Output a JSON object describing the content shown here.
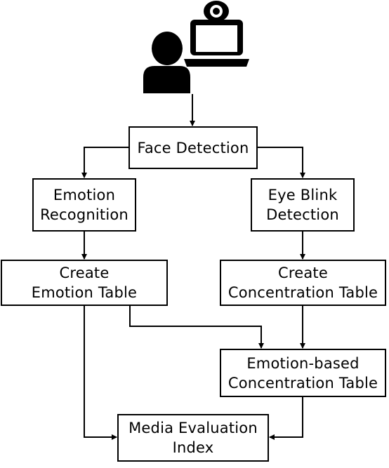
{
  "colors": {
    "stroke": "#000000",
    "fill": "#ffffff"
  },
  "icons": {
    "person": "person-icon",
    "laptop": "laptop-icon",
    "webcam": "webcam-icon"
  },
  "nodes": {
    "face_detection": {
      "line1": "Face Detection"
    },
    "emotion_recognition": {
      "line1": "Emotion",
      "line2": "Recognition"
    },
    "eye_blink_detection": {
      "line1": "Eye Blink",
      "line2": "Detection"
    },
    "create_emotion_table": {
      "line1": "Create",
      "line2": "Emotion Table"
    },
    "create_concentration_table": {
      "line1": "Create",
      "line2": "Concentration Table"
    },
    "emotion_based_concentration_table": {
      "line1": "Emotion-based",
      "line2": "Concentration Table"
    },
    "media_evaluation_index": {
      "line1": "Media Evaluation",
      "line2": "Index"
    }
  }
}
